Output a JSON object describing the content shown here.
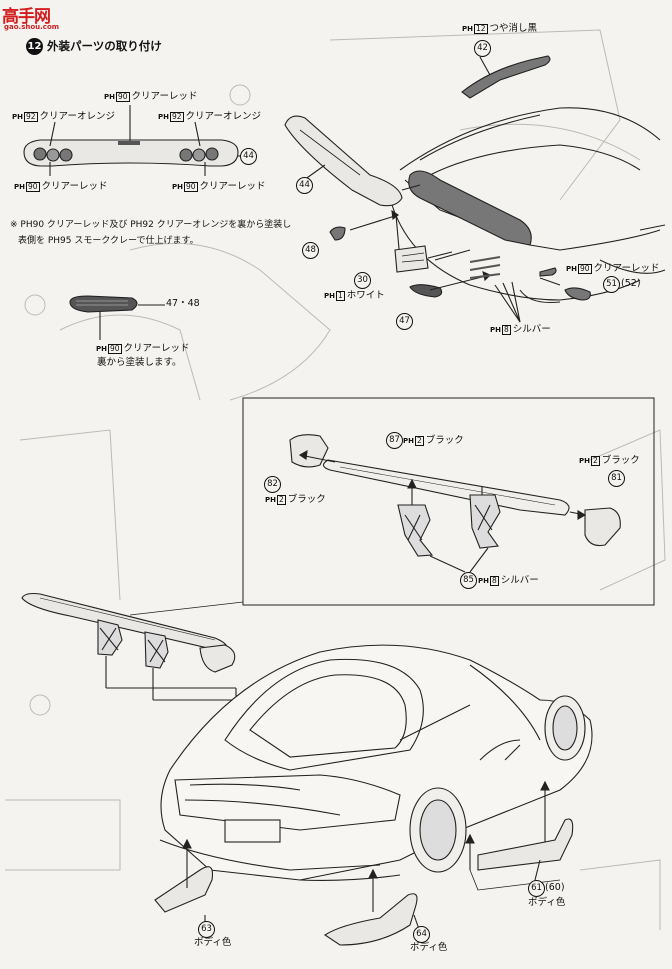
{
  "watermark": {
    "logo": "高手网",
    "url": "gao.shou.com"
  },
  "step": {
    "number": "12",
    "title": "外装パーツの取り付け"
  },
  "tail_lamp": {
    "clear_red_top": "クリアーレッド",
    "clear_orange_left": "クリアーオレンジ",
    "clear_orange_right": "クリアーオレンジ",
    "clear_red_bottom_left": "クリアーレッド",
    "clear_red_bottom_right": "クリアーレッド",
    "pc_top": "90",
    "pc_orange_left": "92",
    "pc_orange_right": "92",
    "pc_bottom_left": "90",
    "pc_bottom_right": "90",
    "part": "44"
  },
  "note": {
    "line1": "※ PH90 クリアーレッド及び PH92 クリアーオレンジを裏から塗装し",
    "line2": "表側を PH95 スモーククレーで仕上げます。"
  },
  "marker": {
    "parts": "47・48",
    "pc": "90",
    "line1": "クリアーレッド",
    "line2": "裏から塗装します。"
  },
  "upper": {
    "p42_pc": "12",
    "p42_color": "つや消し黒",
    "p42": "42",
    "p44": "44",
    "p48": "48",
    "p30": "30",
    "p30_pc": "1",
    "p30_color": "ホワイト",
    "p47": "47",
    "p51": "51",
    "p52": "52",
    "p51_pc": "90",
    "p51_color": "クリアーレッド",
    "silver_pc": "8",
    "silver_color": "シルバー"
  },
  "wing_detail": {
    "p87": "87",
    "p87_pc": "2",
    "p87_color": "ブラック",
    "p82": "82",
    "p82_pc": "2",
    "p82_color": "ブラック",
    "p81": "81",
    "p81_pc": "2",
    "p81_color": "ブラック",
    "p85": "85",
    "p85_pc": "8",
    "p85_color": "シルバー"
  },
  "lower": {
    "p61": "61",
    "p60": "60",
    "p61_color": "ボディ色",
    "p63": "63",
    "p63_color": "ボディ色",
    "p64": "64",
    "p64_color": "ボディ色"
  }
}
